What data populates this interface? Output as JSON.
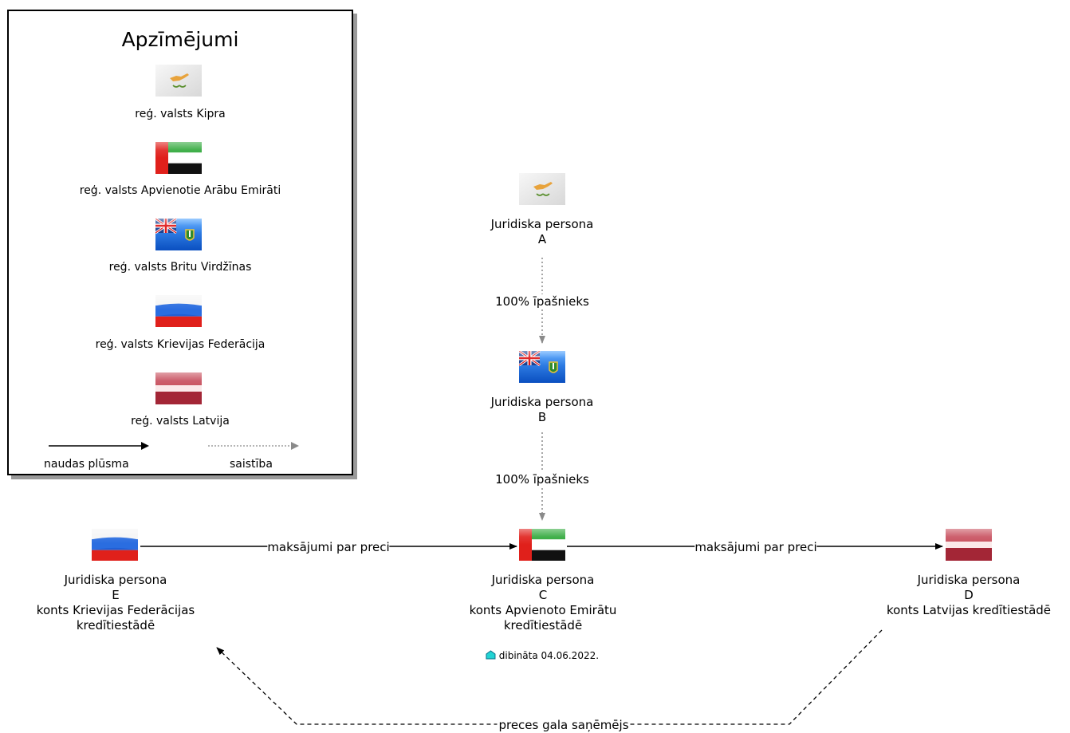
{
  "legend": {
    "title": "Apzīmējumi",
    "items": [
      {
        "flag": "cyprus-flag",
        "label": "reģ. valsts Kipra"
      },
      {
        "flag": "uae-flag",
        "label": "reģ. valsts Apvienotie Arābu Emirāti"
      },
      {
        "flag": "bvi-flag",
        "label": "reģ. valsts Britu Virdžīnas"
      },
      {
        "flag": "russia-flag",
        "label": "reģ. valsts Krievijas Federācija"
      },
      {
        "flag": "latvia-flag",
        "label": "reģ. valsts Latvija"
      }
    ],
    "money_flow_label": "naudas plūsma",
    "relation_label": "saistība"
  },
  "nodes": {
    "A": {
      "flag": "cyprus-flag",
      "line1": "Juridiska persona",
      "line2": "A"
    },
    "B": {
      "flag": "bvi-flag",
      "line1": "Juridiska persona",
      "line2": "B"
    },
    "C": {
      "flag": "uae-flag",
      "line1": "Juridiska persona",
      "line2": "C",
      "line3": "konts Apvienoto Emirātu",
      "line4": "kredītiestādē",
      "founded": "dibināta 04.06.2022."
    },
    "D": {
      "flag": "latvia-flag",
      "line1": "Juridiska persona",
      "line2": "D",
      "line3": "konts Latvijas kredītiestādē"
    },
    "E": {
      "flag": "russia-flag",
      "line1": "Juridiska persona",
      "line2": "E",
      "line3": "konts Krievijas Federācijas",
      "line4": "kredītiestādē"
    }
  },
  "edges": {
    "a_b": "100% īpašnieks",
    "b_c": "100% īpašnieks",
    "e_c": "maksājumi par preci",
    "c_d": "maksājumi par preci",
    "d_e": "preces gala saņēmējs"
  },
  "colors": {
    "relation_line": "#8a8a8a",
    "founded_icon": "#22d3d3"
  }
}
